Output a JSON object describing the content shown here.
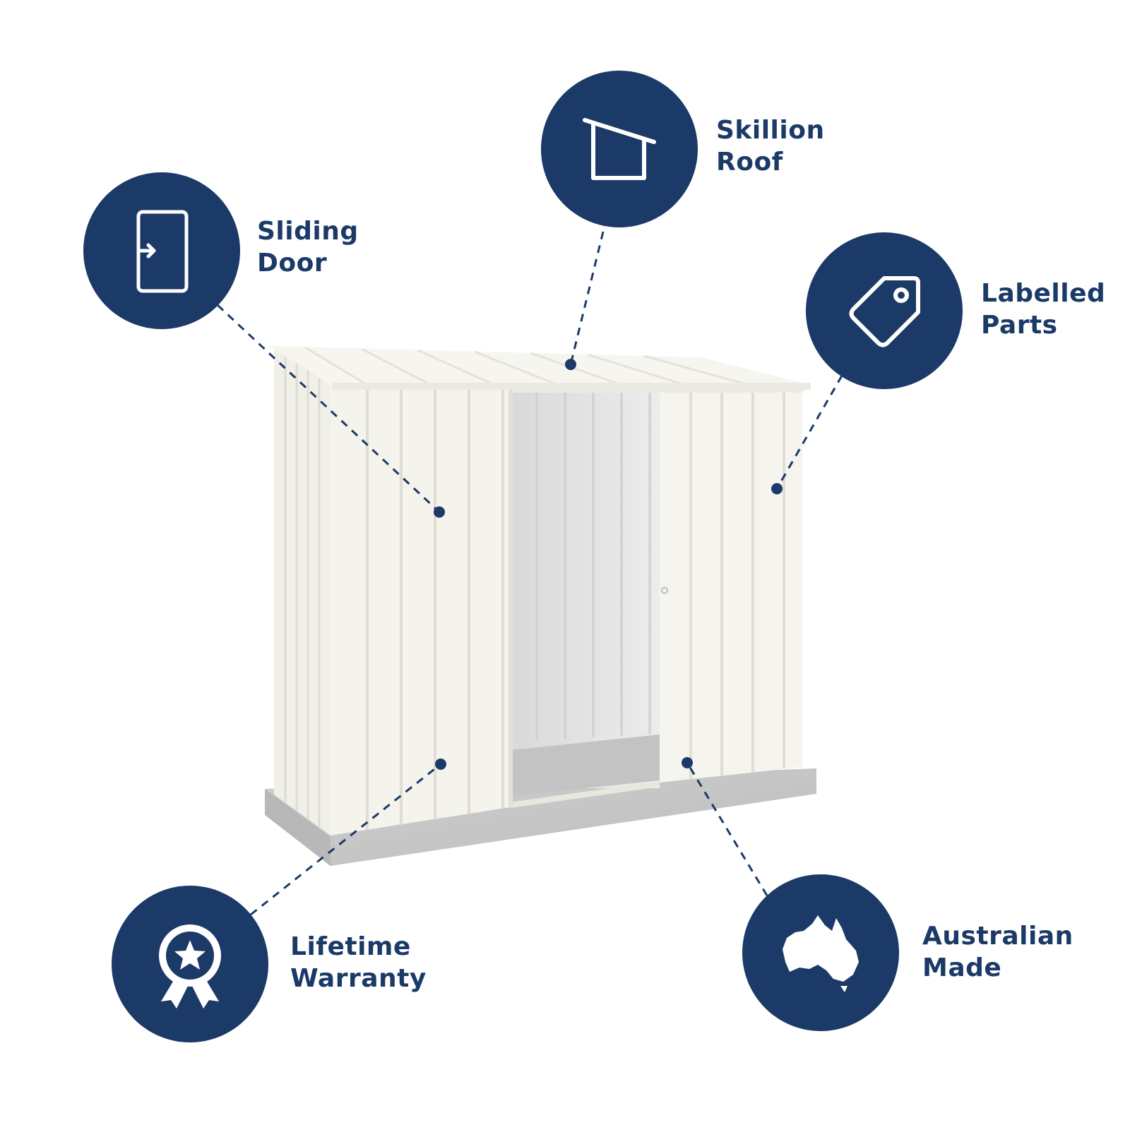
{
  "colors": {
    "brand_navy": "#1b3a68",
    "background": "#ffffff",
    "shed_panel": "#f3f2ea",
    "shed_shadow": "#dcdcd3",
    "shed_interior": "#e6e6e6",
    "floor": "#c4c4c4",
    "concrete_slab": "#c7c7c7"
  },
  "features": {
    "sliding_door": {
      "line1": "Sliding",
      "line2": "Door",
      "icon": "sliding-door-icon"
    },
    "skillion_roof": {
      "line1": "Skillion",
      "line2": "Roof",
      "icon": "skillion-roof-icon"
    },
    "labelled_parts": {
      "line1": "Labelled",
      "line2": "Parts",
      "icon": "price-tag-icon"
    },
    "lifetime_warranty": {
      "line1": "Lifetime",
      "line2": "Warranty",
      "icon": "award-ribbon-icon"
    },
    "australian_made": {
      "line1": "Australian",
      "line2": "Made",
      "icon": "australia-map-icon"
    }
  },
  "product": {
    "name": "skillion-roof-garden-shed",
    "icon": "shed-illustration"
  }
}
